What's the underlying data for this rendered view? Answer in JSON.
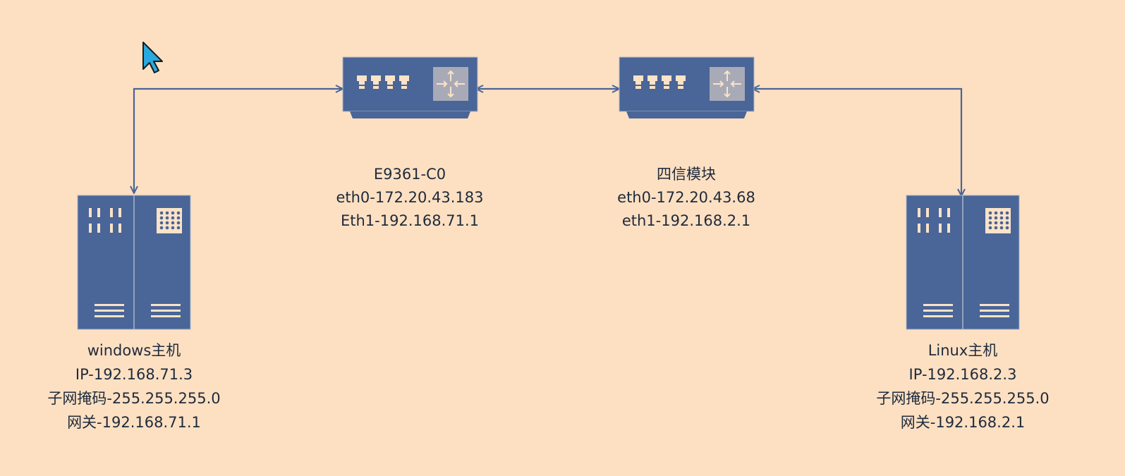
{
  "colors": {
    "background": "#fde0c2",
    "device": "#4a6597",
    "device_dark": "#3c5582",
    "connector": "#4a6597",
    "port": "#fbe3c8",
    "router_icon_bg": "#a9aab7",
    "cursor": "#29a9e1",
    "text": "#1e2a3c"
  },
  "icons": {
    "cursor": "pointer-cursor-icon",
    "router": "router-arrows-icon",
    "server": "server-tower-icon"
  },
  "nodes": {
    "windows_host": {
      "lines": [
        "windows主机",
        "IP-192.168.71.3",
        "子网掩码-255.255.255.0",
        "网关-192.168.71.1"
      ]
    },
    "e9361": {
      "lines": [
        "E9361-C0",
        "eth0-172.20.43.183",
        "Eth1-192.168.71.1"
      ]
    },
    "sixin": {
      "lines": [
        "四信模块",
        "eth0-172.20.43.68",
        "eth1-192.168.2.1"
      ]
    },
    "linux_host": {
      "lines": [
        "Linux主机",
        "IP-192.168.2.3",
        "子网掩码-255.255.255.0",
        "网关-192.168.2.1"
      ]
    }
  }
}
